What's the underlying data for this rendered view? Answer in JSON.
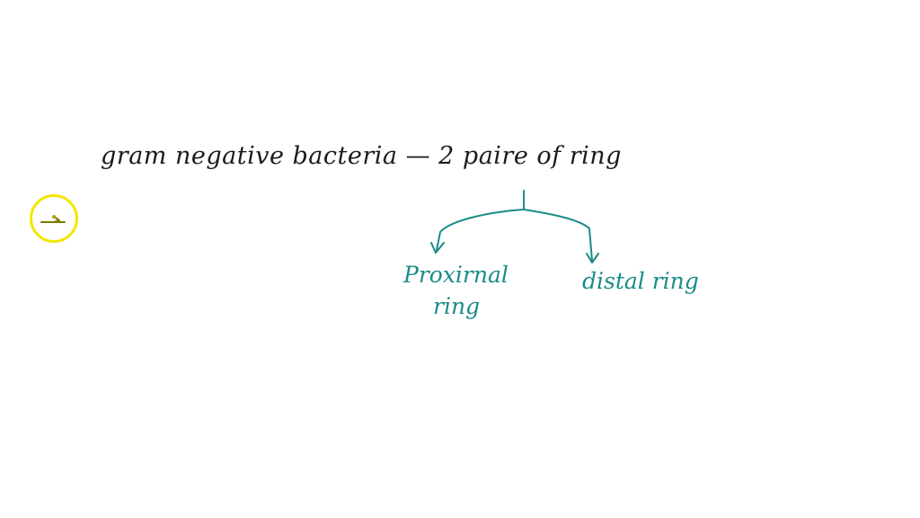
{
  "whiteboard": {
    "heading": "gram negative bacteria — 2 paire of ring",
    "branches": {
      "left_line1": "Proxirnal",
      "left_line2": "ring",
      "right": "distal ring"
    }
  },
  "colors": {
    "ink_black": "#1b1b1b",
    "ink_teal": "#1a8c87",
    "cursor_ring": "#f2e600",
    "pen_icon": "#7a7a00"
  },
  "icons": {
    "cursor": "pen-cursor-icon"
  }
}
